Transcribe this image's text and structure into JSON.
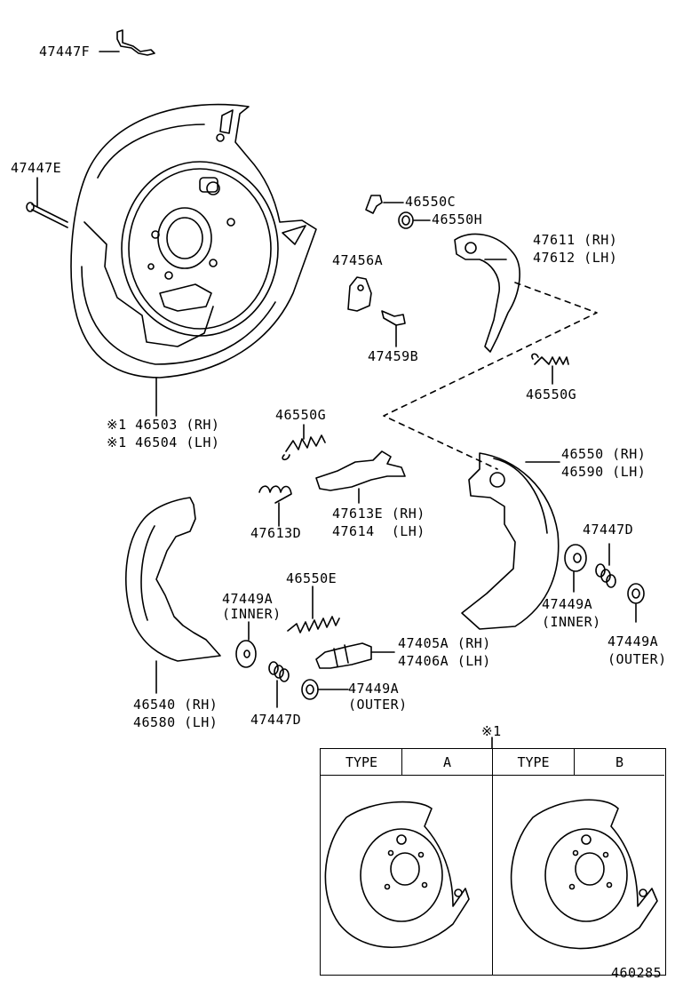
{
  "parts": {
    "p47447F": "47447F",
    "p47447E": "47447E",
    "p46503": "※1 46503 (RH)",
    "p46504": "※1 46504 (LH)",
    "p46550C": "46550C",
    "p46550H": "46550H",
    "p47456A": "47456A",
    "p47459B": "47459B",
    "p47611": "47611 (RH)",
    "p47612": "47612 (LH)",
    "p46550G_a": "46550G",
    "p46550G_b": "46550G",
    "p47613E": "47613E (RH)",
    "p47614": "47614  (LH)",
    "p47613D": "47613D",
    "p46550": "46550 (RH)",
    "p46590": "46590 (LH)",
    "p47447D_a": "47447D",
    "p47447D_b": "47447D",
    "p46550E": "46550E",
    "p47449A_inner_l": "47449A",
    "inner_l": "(INNER)",
    "p47449A_inner_r": "47449A",
    "inner_r": "(INNER)",
    "p47449A_outer_r": "47449A",
    "outer_r": "(OUTER)",
    "p47449A_outer_l": "47449A",
    "outer_l": "(OUTER)",
    "p47405A": "47405A (RH)",
    "p47406A": "47406A (LH)",
    "p46540": "46540 (RH)",
    "p46580": "46580 (LH)"
  },
  "table": {
    "note": "※1",
    "col1_header": "TYPE",
    "col2_header": "A",
    "col3_header": "TYPE",
    "col4_header": "B"
  },
  "figure_number": "460285"
}
